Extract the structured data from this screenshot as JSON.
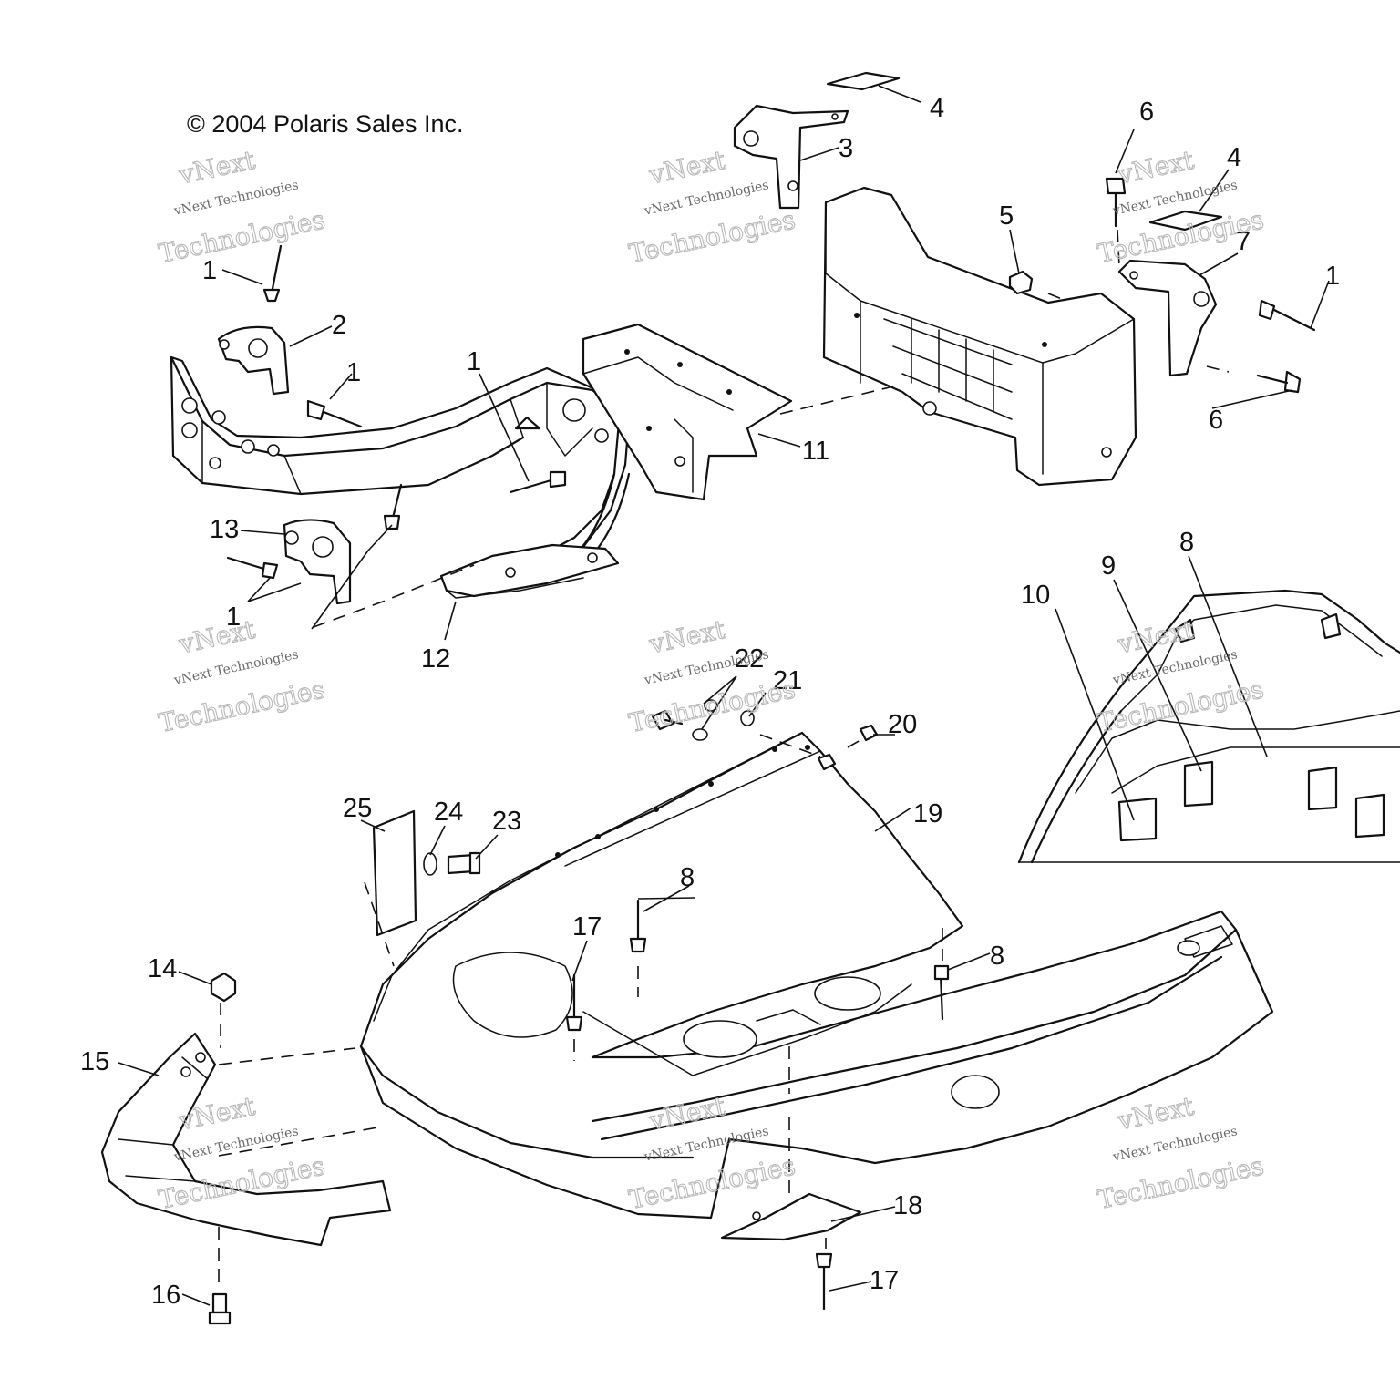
{
  "copyright": "© 2004 Polaris Sales Inc.",
  "watermark": {
    "brand_line": "vNext",
    "company_line": "vNext Technologies",
    "outline_line": "Technologies"
  },
  "callouts": {
    "c1a": "1",
    "c1b": "1",
    "c1c": "1",
    "c1d": "1",
    "c1e": "1",
    "c2": "2",
    "c3": "3",
    "c4a": "4",
    "c4b": "4",
    "c5": "5",
    "c6a": "6",
    "c6b": "6",
    "c7": "7",
    "c8a": "8",
    "c8b": "8",
    "c8c": "8",
    "c9": "9",
    "c10": "10",
    "c11": "11",
    "c12": "12",
    "c13": "13",
    "c14": "14",
    "c15": "15",
    "c16": "16",
    "c17a": "17",
    "c17b": "17",
    "c18": "18",
    "c19": "19",
    "c20": "20",
    "c21": "21",
    "c22": "22",
    "c23": "23",
    "c24": "24",
    "c25": "25"
  }
}
